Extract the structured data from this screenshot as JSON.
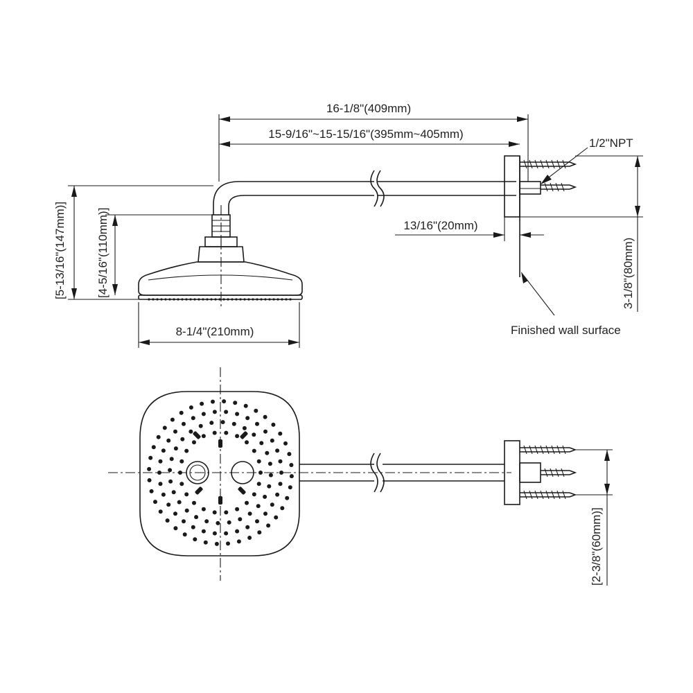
{
  "side_view": {
    "overall_length": "16-1/8\"(409mm)",
    "arm_length_range": "15-9/16\"~15-15/16\"(395mm~405mm)",
    "thread": "1/2\"NPT",
    "flange_depth": "13/16\"(20mm)",
    "total_drop": "[5-13/16\"(147mm)]",
    "head_drop": "[4-5/16\"(110mm)]",
    "head_width": "8-1/4\"(210mm)",
    "wall_offset": "3-1/8\"(80mm)",
    "wall_callout": "Finished wall surface"
  },
  "top_view": {
    "bracket_height": "[2-3/8\"(60mm)]"
  }
}
